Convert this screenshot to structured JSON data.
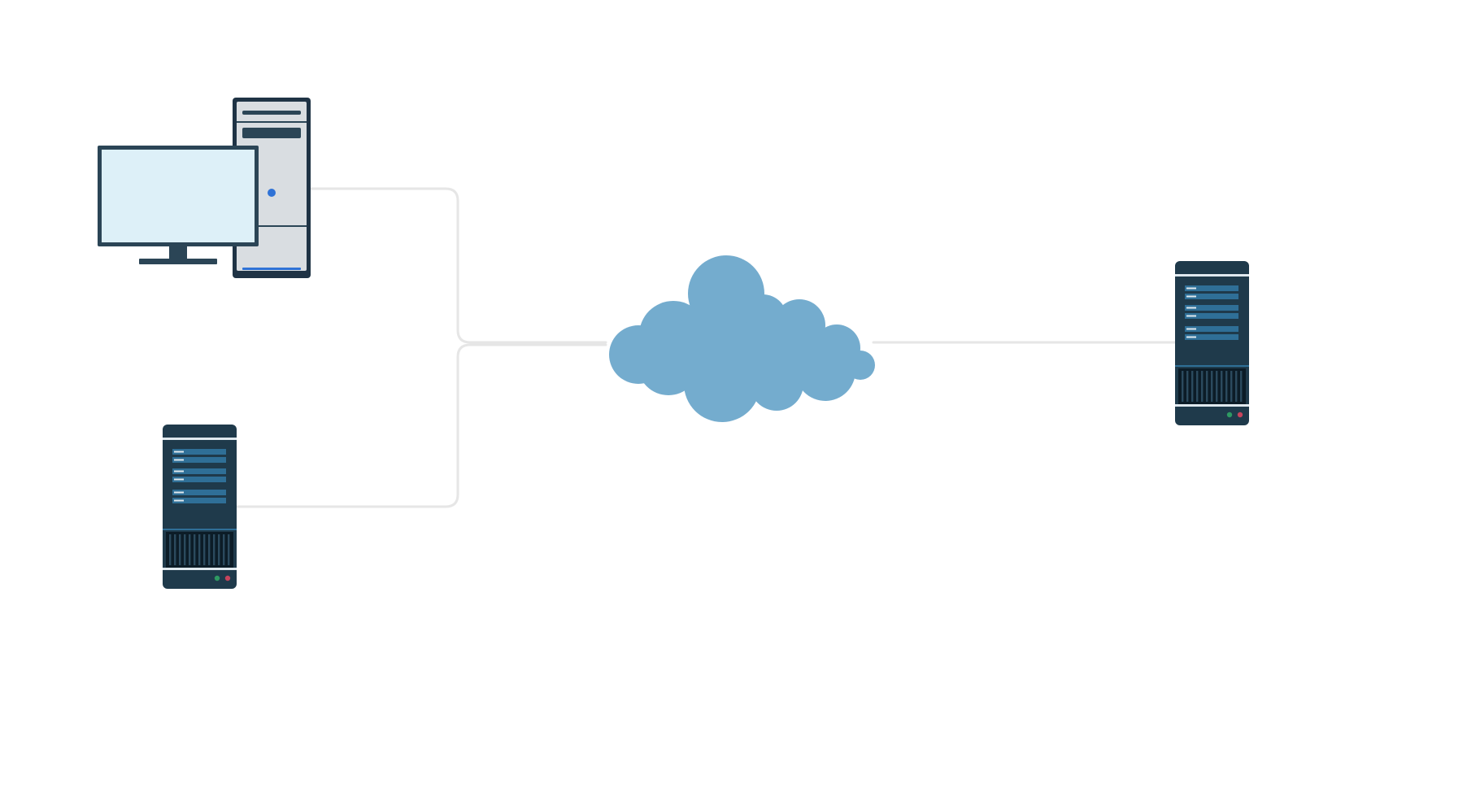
{
  "diagram": {
    "nodes": [
      {
        "id": "desktop-computer",
        "icon": "desktop-computer-icon"
      },
      {
        "id": "server-left",
        "icon": "server-tower-icon"
      },
      {
        "id": "cloud",
        "icon": "cloud-icon"
      },
      {
        "id": "server-right",
        "icon": "server-tower-icon"
      }
    ],
    "edges": [
      {
        "from": "desktop-computer",
        "to": "cloud"
      },
      {
        "from": "server-left",
        "to": "cloud"
      },
      {
        "from": "cloud",
        "to": "server-right"
      }
    ]
  },
  "colors": {
    "background": "#ffffff",
    "connector": "#e6e6e6",
    "cloud": "#74acce",
    "server_body": "#1f3a4b",
    "server_panel": "#2f6f97",
    "server_rail": "#dfe8ee",
    "server_grille": "#0c1c27",
    "led_green": "#2e9a62",
    "led_red": "#c7445c",
    "monitor_frame": "#2b4556",
    "monitor_screen": "#ddf0f8",
    "tower_body": "#d9dde1",
    "tower_outline": "#1f3345",
    "power_led": "#2f72d6"
  }
}
